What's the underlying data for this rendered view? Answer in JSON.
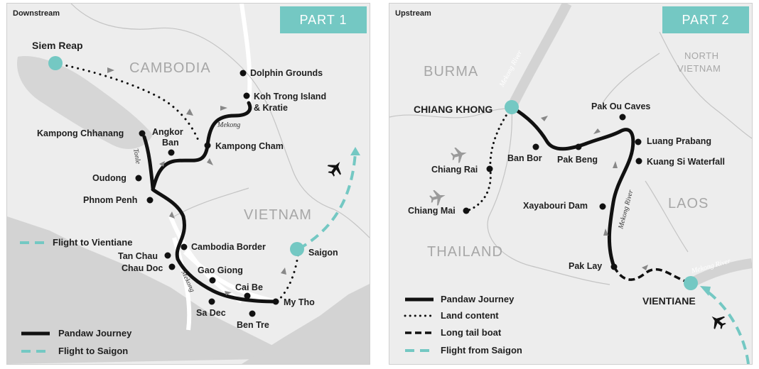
{
  "part1": {
    "corner_label": "Downstream",
    "tag": "PART 1",
    "countries": {
      "cambodia": "CAMBODIA",
      "vietnam": "VIETNAM"
    },
    "places": {
      "siem_reap": "Siem Reap",
      "dolphin_grounds": "Dolphin Grounds",
      "koh_trong_1": "Koh Trong Island",
      "koh_trong_2": "& Kratie",
      "kampong_chhanang": "Kampong Chhanang",
      "angkor_ban_1": "Angkor",
      "angkor_ban_2": "Ban",
      "kampong_cham": "Kampong Cham",
      "oudong": "Oudong",
      "phnom_penh": "Phnom Penh",
      "cambodia_border": "Cambodia Border",
      "tan_chau": "Tan Chau",
      "chau_doc": "Chau Doc",
      "gao_giong": "Gao Giong",
      "cai_be": "Cai Be",
      "my_tho": "My Tho",
      "sa_dec": "Sa Dec",
      "ben_tre": "Ben Tre",
      "saigon": "Saigon"
    },
    "rivers": {
      "mekong_a": "Mekong",
      "tonle": "Tonle",
      "mekong_b": "Mekong"
    },
    "legend": {
      "flight_vientiane": "Flight to Vientiane",
      "pandaw": "Pandaw Journey",
      "flight_saigon": "Flight to Saigon"
    }
  },
  "part2": {
    "corner_label": "Upstream",
    "tag": "PART 2",
    "countries": {
      "burma": "BURMA",
      "thailand": "THAILAND",
      "laos": "LAOS",
      "north_vietnam_1": "NORTH",
      "north_vietnam_2": "VIETNAM"
    },
    "places": {
      "chiang_khong": "CHIANG KHONG",
      "pak_ou": "Pak Ou Caves",
      "luang_prabang": "Luang Prabang",
      "kuang_si": "Kuang Si Waterfall",
      "ban_bor": "Ban Bor",
      "pak_beng": "Pak Beng",
      "chiang_rai": "Chiang Rai",
      "chiang_mai": "Chiang Mai",
      "xayabouri": "Xayabouri Dam",
      "pak_lay": "Pak Lay",
      "vientiane": "VIENTIANE"
    },
    "rivers": {
      "mekong_top": "Mekong River",
      "mekong_mid": "Mekong River",
      "mekong_right": "Mekong River"
    },
    "legend": {
      "pandaw": "Pandaw Journey",
      "land": "Land content",
      "longtail": "Long tail boat",
      "flight": "Flight from Saigon"
    }
  },
  "colors": {
    "route": "#111111",
    "accent": "#74c8c3",
    "land": "#ededed",
    "water": "#d3d3d3",
    "border": "#c4c4c4"
  },
  "icons": [
    "airplane-icon"
  ]
}
